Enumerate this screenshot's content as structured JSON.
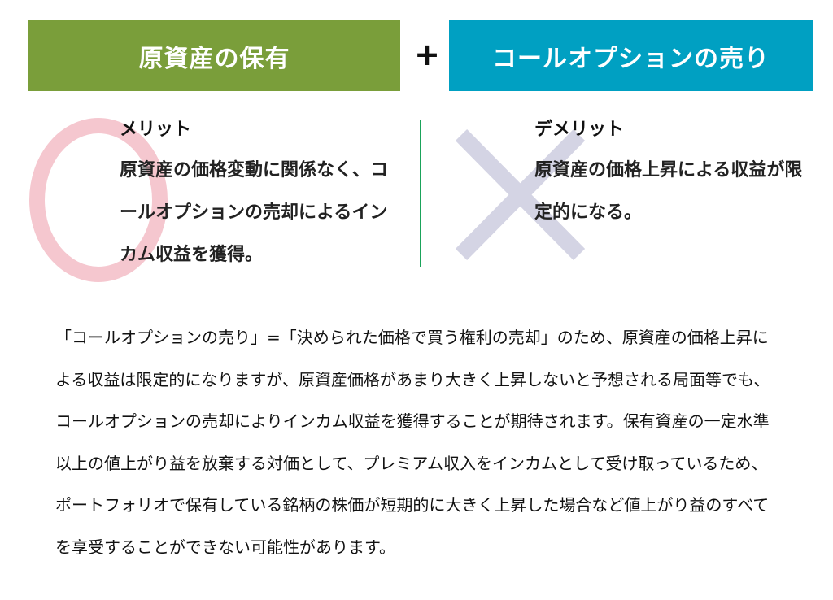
{
  "header": {
    "left_box": "原資産の保有",
    "plus": "+",
    "right_box": "コールオプションの売り"
  },
  "merit": {
    "title": "メリット",
    "text": "原資産の価格変動に関係なく、コールオプションの売却によるインカム収益を獲得。",
    "icon": "circle-icon",
    "color": "#f5c7cf"
  },
  "demerit": {
    "title": "デメリット",
    "text": "原資産の価格上昇による収益が限定的になる。",
    "icon": "cross-icon",
    "color": "#d4d4e4"
  },
  "paragraph": "「コールオプションの売り」=「決められた価格で買う権利の売却」のため、原資産の価格上昇による収益は限定的になりますが、原資産価格があまり大きく上昇しないと予想される局面等でも、コールオプションの売却によりインカム収益を獲得することが期待されます。保有資産の一定水準以上の値上がり益を放棄する対価として、プレミアム収入をインカムとして受け取っているため、ポートフォリオで保有している銘柄の株価が短期的に大きく上昇した場合など値上がり益のすべてを享受することができない可能性があります。"
}
